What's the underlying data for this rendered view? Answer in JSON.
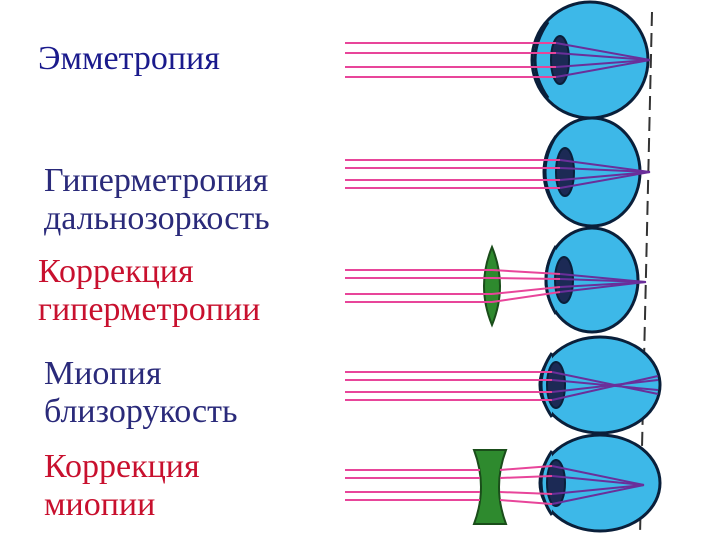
{
  "rows": [
    {
      "lines": [
        "Эмметропия"
      ],
      "color": "#1a1a8c"
    },
    {
      "lines": [
        "Гиперметропия",
        "дальнозоркость"
      ],
      "color": "#2a2a7a"
    },
    {
      "lines": [
        "Коррекция",
        "гиперметропии"
      ],
      "color": "#c8102e"
    },
    {
      "lines": [
        "Миопия",
        "близорукость"
      ],
      "color": "#2a2a7a"
    },
    {
      "lines": [
        "Коррекция",
        "миопии"
      ],
      "color": "#c8102e"
    }
  ],
  "colors": {
    "eye_fill": "#3db8e8",
    "eye_stroke": "#0a1f3a",
    "iris_fill": "#1c2a55",
    "ray_pink": "#e8459a",
    "ray_focus": "#6a2f9a",
    "lens_fill": "#2e8a2e",
    "retina_line": "#333333"
  },
  "icons": {
    "eye": "eyeball-cross-section-icon",
    "convex_lens": "convex-lens-icon",
    "concave_lens": "concave-lens-icon"
  }
}
